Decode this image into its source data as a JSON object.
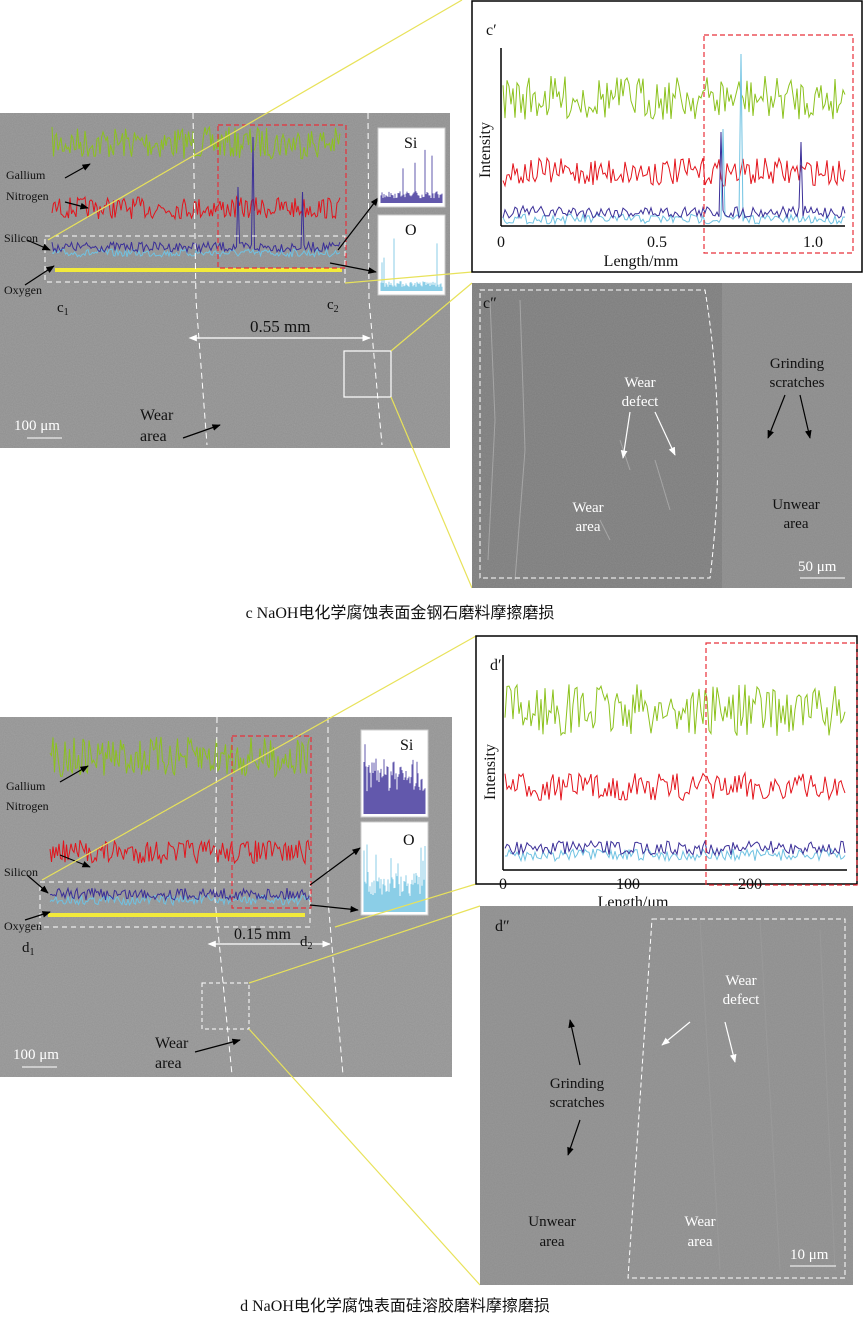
{
  "colors": {
    "gallium": "#8cc21e",
    "nitrogen": "#e3141c",
    "silicon": "#3b2f98",
    "oxygen": "#6fc2e2",
    "scan_line": "#f2ea3a",
    "callout": "#e8e25a",
    "roi": "#e8303a"
  },
  "panel_c": {
    "labels": {
      "gallium": "Gallium",
      "nitrogen": "Nitrogen",
      "silicon": "Silicon",
      "oxygen": "Oxygen",
      "start": "c",
      "start_sub": "1",
      "end": "c",
      "end_sub": "2",
      "width": "0.55 mm",
      "wear_1": "Wear",
      "wear_2": "area",
      "scale": "100 μm"
    },
    "inset_si": "Si",
    "inset_o": "O",
    "plot": {
      "tag": "c′",
      "ylabel": "Intensity",
      "xlabel": "Length/mm",
      "ticks": [
        "0",
        "0.5",
        "1.0"
      ],
      "xlim": [
        0,
        1.1
      ]
    },
    "zoom": {
      "tag": "c″",
      "wear_defect_1": "Wear",
      "wear_defect_2": "defect",
      "grinding_1": "Grinding",
      "grinding_2": "scratches",
      "wear_1": "Wear",
      "wear_2": "area",
      "unwear_1": "Unwear",
      "unwear_2": "area",
      "scale": "50 μm"
    },
    "caption": "c  NaOH电化学腐蚀表面金钢石磨料摩擦磨损"
  },
  "panel_d": {
    "labels": {
      "gallium": "Gallium",
      "nitrogen": "Nitrogen",
      "silicon": "Silicon",
      "oxygen": "Oxygen",
      "start": "d",
      "start_sub": "1",
      "end": "d",
      "end_sub": "2",
      "width": "0.15 mm",
      "wear_1": "Wear",
      "wear_2": "area",
      "scale": "100 μm"
    },
    "inset_si": "Si",
    "inset_o": "O",
    "plot": {
      "tag": "d′",
      "ylabel": "Intensity",
      "xlabel": "Length/μm",
      "ticks": [
        "0",
        "100",
        "200"
      ],
      "xlim": [
        0,
        275
      ]
    },
    "zoom": {
      "tag": "d″",
      "wear_defect_1": "Wear",
      "wear_defect_2": "defect",
      "grinding_1": "Grinding",
      "grinding_2": "scratches",
      "wear_1": "Wear",
      "wear_2": "area",
      "unwear_1": "Unwear",
      "unwear_2": "area",
      "scale": "10 μm"
    },
    "caption": "d  NaOH电化学腐蚀表面硅溶胶磨料摩擦磨损"
  }
}
